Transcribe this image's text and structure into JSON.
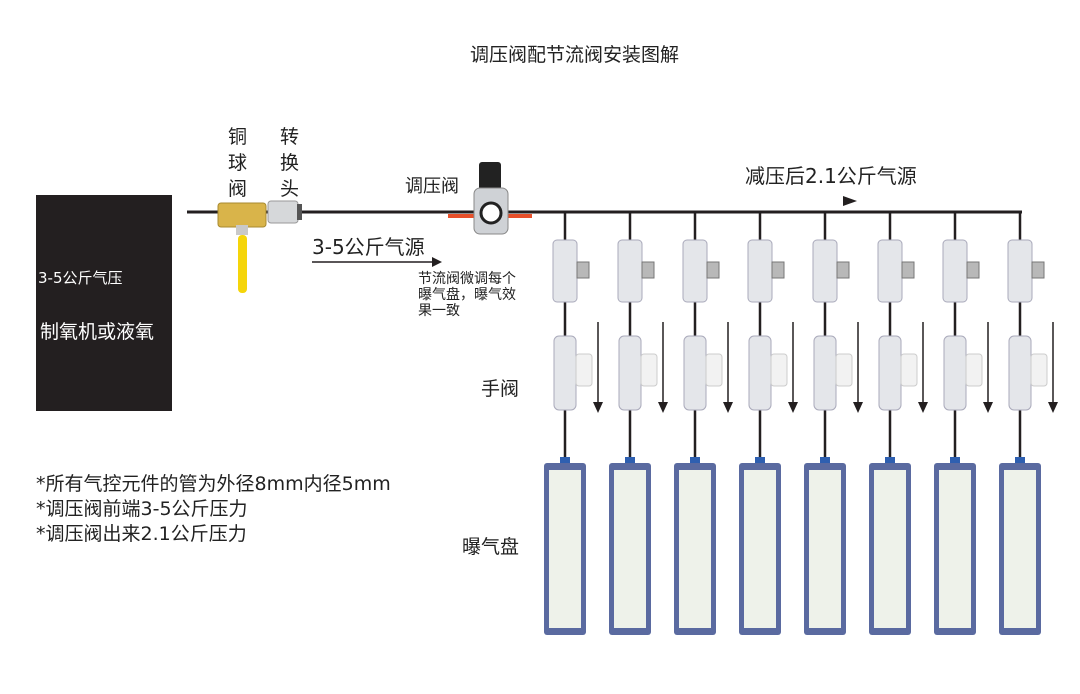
{
  "title": "调压阀配节流阀安装图解",
  "source_box": {
    "pressure": "3-5公斤气压",
    "label": "制氧机或液氧"
  },
  "labels": {
    "ball_valve": "铜球阀",
    "adapter": "转换头",
    "regulator": "调压阀",
    "after_reduce": "减压后2.1公斤气源",
    "inlet_source": "3-5公斤气源",
    "throttle_note": [
      "节流阀微调每个",
      "曝气盘，曝气效",
      "果一致"
    ],
    "hand_valve": "手阀",
    "diffuser": "曝气盘"
  },
  "notes": [
    "*所有气控元件的管为外径8mm内径5mm",
    "*调压阀前端3-5公斤压力",
    "*调压阀出来2.1公斤压力"
  ],
  "branch_count": 8,
  "colors": {
    "pipe": "#231f20",
    "brass": "#d9b44a",
    "handle": "#f5d50a",
    "diffuser_frame": "#5a6aa0",
    "diffuser_fill": "#eef2ea",
    "fitting": "#e4e6ea",
    "tube_red": "#e8502a"
  }
}
